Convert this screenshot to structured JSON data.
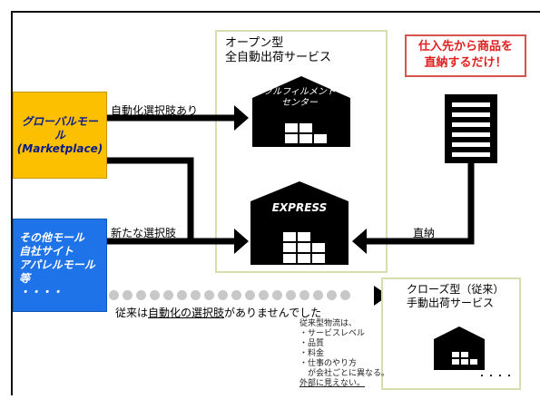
{
  "open_service": {
    "title_line1": "オープン型",
    "title_line2": "全自動出荷サービス"
  },
  "fulfillment_center": {
    "label_line1": "フルフィルメント",
    "label_line2": "センター"
  },
  "express": {
    "label": "EXPRESS"
  },
  "callout": {
    "line1": "仕入先から商品を",
    "line2": "直納するだけ！"
  },
  "global_mall": {
    "line1": "グローバルモール",
    "line2": "(Marketplace)"
  },
  "other_mall": {
    "line1": "その他モール",
    "line2": "自社サイト",
    "line3": "アパレルモール等",
    "line4": "・・・・"
  },
  "arrows": {
    "auto_option": "自動化選択肢あり",
    "new_option": "新たな選択肢",
    "direct": "直納"
  },
  "conventional": {
    "prefix": "従来は",
    "underlined": "自動化の選択肢",
    "suffix": "がありませんでした"
  },
  "closed_service": {
    "title_line1": "クローズ型（従来）",
    "title_line2": "手動出荷サービス",
    "ellipsis": "・・・・"
  },
  "note": {
    "heading": "従来型物流は、",
    "items": [
      "・サービスレベル",
      "・品質",
      "・料金",
      "・仕事のやり方"
    ],
    "line5": "　が会社ごとに異なる。",
    "line6": "外部に見えない。"
  },
  "colors": {
    "yellow": "#fdc000",
    "blue": "#1e73e8",
    "red": "#e02020",
    "frame": "#d6deb0"
  }
}
